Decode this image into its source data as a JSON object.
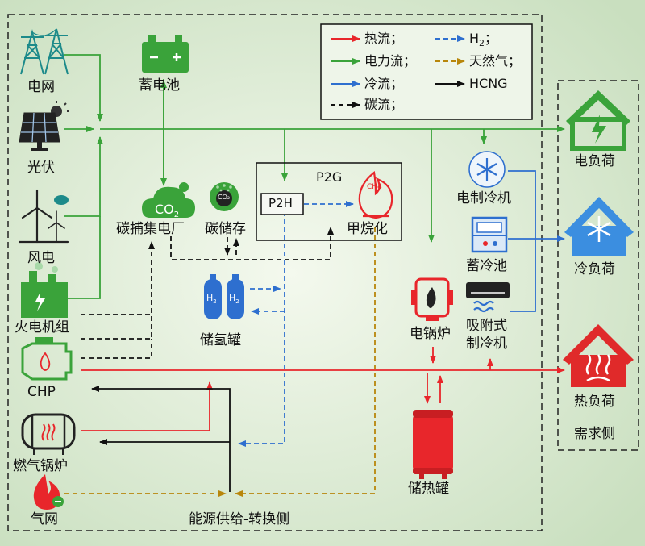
{
  "legend": {
    "heat_flow": "热流；",
    "power_flow": "电力流；",
    "cold_flow": "冷流；",
    "carbon_flow": "碳流；",
    "h2_flow": "H",
    "h2_sub": "2",
    "h2_suffix": "；",
    "gas_flow": "天然气；",
    "hcng": "HCNG"
  },
  "colors": {
    "heat": "#e8262b",
    "power": "#3aa33a",
    "cold": "#2e6fcf",
    "carbon": "#111111",
    "h2": "#2e6fcf",
    "gas": "#b8860b",
    "hcng": "#111111",
    "demand_power": "#3aa33a",
    "demand_cold": "#3b8ee0",
    "demand_heat": "#e02a2a"
  },
  "supply": {
    "grid": "电网",
    "pv": "光伏",
    "wind": "风电",
    "thermal": "火电机组",
    "chp": "CHP",
    "gas_boiler": "燃气锅炉",
    "gas_grid": "气网",
    "battery": "蓄电池",
    "carbon_capture": "碳捕集电厂",
    "carbon_storage": "碳储存",
    "co2_icon_text": "CO",
    "co2_icon_sub": "2",
    "co2_small": "CO₂",
    "p2g": "P2G",
    "p2h": "P2H",
    "methanation": "甲烷化",
    "ch4": "CH4",
    "h2_tank": "储氢罐",
    "h2_tank_text": "H",
    "h2_tank_sub": "2",
    "e_chiller": "电制冷机",
    "cold_storage": "蓄冷池",
    "absorption_1": "吸附式",
    "absorption_2": "制冷机",
    "e_boiler": "电锅炉",
    "heat_storage": "储热罐",
    "section_label": "能源供给-转换侧"
  },
  "demand": {
    "power_load": "电负荷",
    "cold_load": "冷负荷",
    "heat_load": "热负荷",
    "section_label": "需求侧"
  }
}
